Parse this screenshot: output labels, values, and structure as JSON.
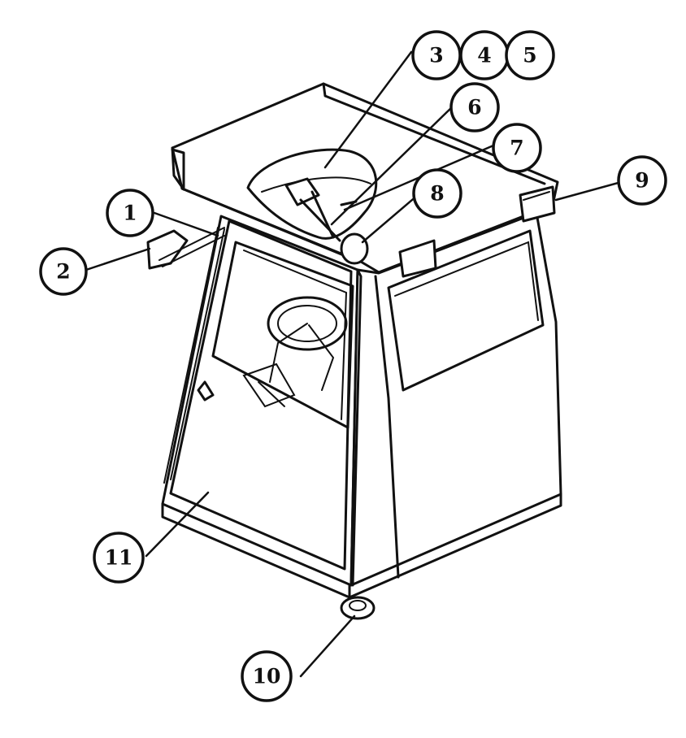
{
  "callouts": [
    {
      "id": "c1",
      "label": "1"
    },
    {
      "id": "c2",
      "label": "2"
    },
    {
      "id": "c3",
      "label": "3"
    },
    {
      "id": "c4",
      "label": "4"
    },
    {
      "id": "c5",
      "label": "5"
    },
    {
      "id": "c6",
      "label": "6"
    },
    {
      "id": "c7",
      "label": "7"
    },
    {
      "id": "c8",
      "label": "8"
    },
    {
      "id": "c9",
      "label": "9"
    },
    {
      "id": "c10",
      "label": "10"
    },
    {
      "id": "c11",
      "label": "11"
    }
  ],
  "colors": {
    "line": "#111111",
    "background": "#ffffff"
  }
}
